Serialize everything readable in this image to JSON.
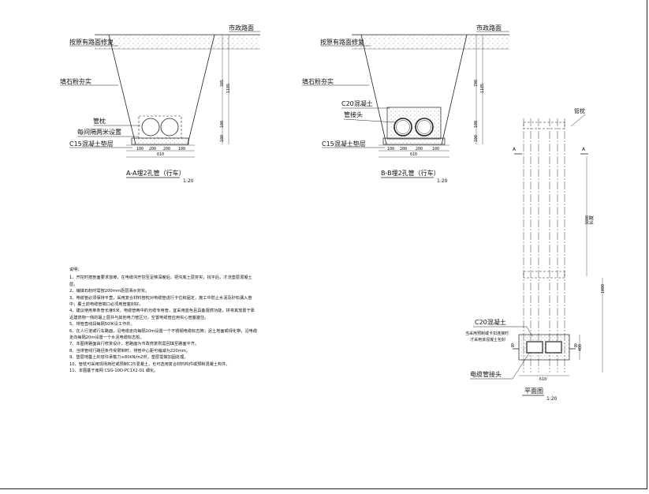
{
  "labels": {
    "road_a": "市政路面",
    "road_b": "市政路面",
    "restore_a": "按原有路面修复",
    "restore_b": "按原有路面修复",
    "fill_a": "填石粉夯实",
    "fill_b": "填石粉夯实",
    "duct_a": "管枕",
    "spacer_a": "每间隔两米设置",
    "base_a": "C15混凝土垫层",
    "concrete_b": "C20混凝土",
    "joint_b": "管接头",
    "base_b": "C15混凝土垫层",
    "plan_duct": "管枕",
    "plan_concrete": "C20混凝土",
    "plan_note1": "当采用预制或卡扣连接时",
    "plan_note2": "才采用该混凝土包封",
    "plan_joint": "电缆管接头",
    "sec_a_mark": "A",
    "sec_a_mark2": "A",
    "sec_b_mark": "B",
    "sec_b_mark2": "B"
  },
  "titles": {
    "section_a": "A-A埋2孔管（行车）",
    "section_a_scale": "1:20",
    "section_b": "B-B埋2孔管（行车）",
    "section_b_scale": "1:20",
    "plan": "平面图",
    "plan_scale": "1:20"
  },
  "dims": {
    "a_bottom": [
      "100",
      "200",
      "200",
      "100"
    ],
    "a_total": "610",
    "a_v1": "385",
    "a_v2": "1185",
    "a_v3": "100",
    "a_v4": "100",
    "b_bottom": [
      "100",
      "200",
      "200",
      "100"
    ],
    "b_total": "610",
    "b_v1": "700",
    "b_v2": "1185",
    "b_v3": "100",
    "b_v4": "100",
    "plan_len": "3800",
    "plan_mid": "长度",
    "plan_side": "1000",
    "plan_w1": "400",
    "plan_w2": "610"
  },
  "notes": {
    "title": "说明：",
    "items": [
      "1、开挖时按剖面要求放坡，在电缆沟开挖至足够深度后，把沟底土层夯实，找平后，才浇垫层混凝土层。",
      "2、铺填石粉时需按200mm逐层洒水夯实。",
      "3、电缆管必须保持平直，采用复合材料管枕对电缆管进行卡位和固定，施工中防止水泥及砂石漏入管中，覆土前电缆管端口必须用管塞封好。",
      "4、建议使用单条管长度6米，电缆管两中的光缆专用管，宜采用蓝色且具备阻燃功能，拼将其放置于靠近建筑物一侧的最上层并与其他电力管区分，空置电缆管应用实心管塞塞住。",
      "5、排管直线段每隔50米设工作井。",
      "6、在人行道或行车路面，沿电缆走向每隔10m设置一个不锈钢电缆标志牌；泥土地面或绿化带，沿电缆走向每隔20m设置一个水泥电缆标志桩。",
      "7、本图排路面由行修复设计，若路面为市政修复则需回填至路面平齐。",
      "8、当排管线行路径条件受限制时，排管中心距可缩减为220mm。",
      "9、垫层地基土的容许承载力≤80kN/m2时，垫层需做加固处理。",
      "10、管枕可采用现场商砼或预制C25混凝土，也可选用复合材料构件或预制混凝土构件。",
      "11、本图基于南网 CSG-10D-PC1X2-01 细化。"
    ]
  }
}
